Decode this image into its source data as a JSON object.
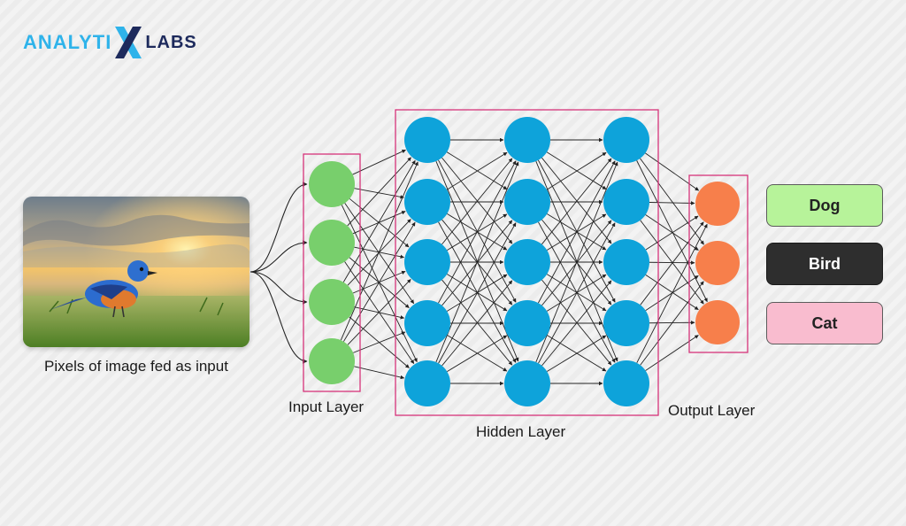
{
  "logo": {
    "part1": "ANALYTI",
    "part2": "LABS",
    "colors": {
      "primary": "#2fb3ea",
      "secondary": "#1d2a5c"
    }
  },
  "image_caption": "Pixels of image fed as input",
  "layers": {
    "input": {
      "label": "Input Layer",
      "nodes": 4,
      "color": "#78cf6c"
    },
    "hidden": {
      "label": "Hidden Layer",
      "layer_count": 3,
      "nodes_per_layer": 5,
      "color": "#0ea3da"
    },
    "output": {
      "label": "Output Layer",
      "nodes": 3,
      "color": "#f77f4b"
    }
  },
  "frame_color": "#d6337a",
  "outputs": [
    {
      "label": "Dog",
      "color": "#b7f39a"
    },
    {
      "label": "Bird",
      "color": "#2e2e2e"
    },
    {
      "label": "Cat",
      "color": "#f9bccf"
    }
  ]
}
